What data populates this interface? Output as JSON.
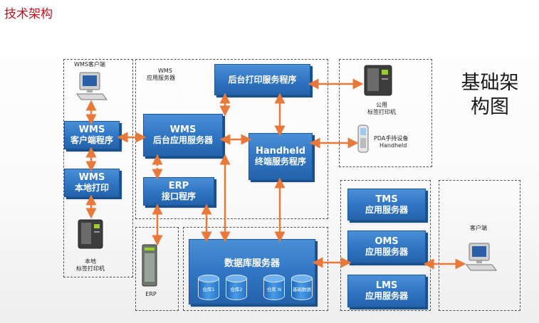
{
  "page": {
    "title": "技术架构",
    "big_title_line1": "基础架",
    "big_title_line2": "构图"
  },
  "groups": {
    "wms_client": "WMS客户端",
    "wms_app_server_line1": "WMS",
    "wms_app_server_line2": "应用服务器",
    "client": "客户端"
  },
  "boxes": {
    "wms_client": [
      "WMS",
      "客户端程序"
    ],
    "wms_local_print": [
      "WMS",
      "本地打印"
    ],
    "backend_app": [
      "WMS",
      "后台应用服务器"
    ],
    "erp_interface": [
      "ERP",
      "接口程序"
    ],
    "print_service": [
      "后台打印服务程序"
    ],
    "handheld_service": [
      "Handheld",
      "终端服务程序"
    ],
    "db_server": [
      "数据库服务器"
    ],
    "tms": [
      "TMS",
      "应用服务器"
    ],
    "oms": [
      "OMS",
      "应用服务器"
    ],
    "lms": [
      "LMS",
      "应用服务器"
    ]
  },
  "labels": {
    "local_printer_line1": "本地",
    "local_printer_line2": "标签打印机",
    "public_printer_line1": "公用",
    "public_printer_line2": "标签打印机",
    "pda_line1": "PDA手持设备",
    "pda_line2": "Handheld",
    "erp": "ERP"
  },
  "databases": [
    "仓库1",
    "仓库2",
    "仓库 N",
    "基础数据"
  ],
  "colors": {
    "title_red": "#c0141c",
    "box_blue": "#2f74c2",
    "arrow_orange": "#e8793a"
  },
  "icons": [
    "computer-icon",
    "label-printer-icon",
    "pda-icon",
    "erp-server-icon",
    "database-icon"
  ]
}
